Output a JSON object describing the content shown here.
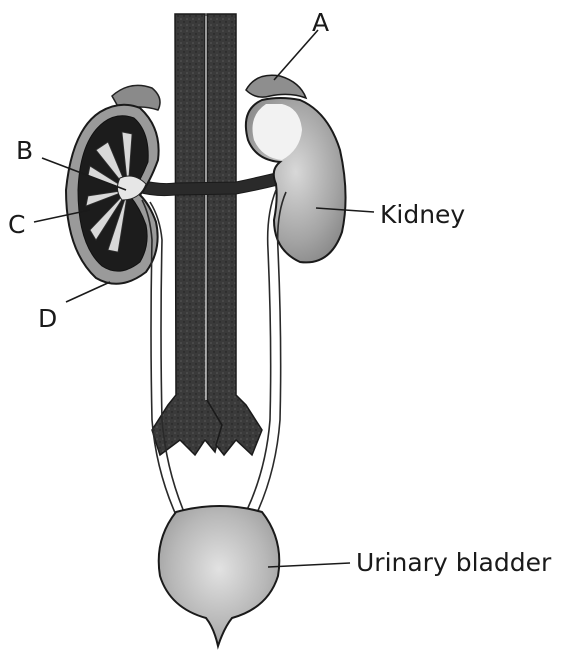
{
  "labels": {
    "a": "A",
    "b": "B",
    "c": "C",
    "d": "D",
    "kidney": "Kidney",
    "bladder": "Urinary bladder"
  },
  "colors": {
    "vessel": "#2b2b2b",
    "kidney_section_dark": "#1c1c1c",
    "organ_gray": "#9a9a9a",
    "outline": "#222222"
  }
}
